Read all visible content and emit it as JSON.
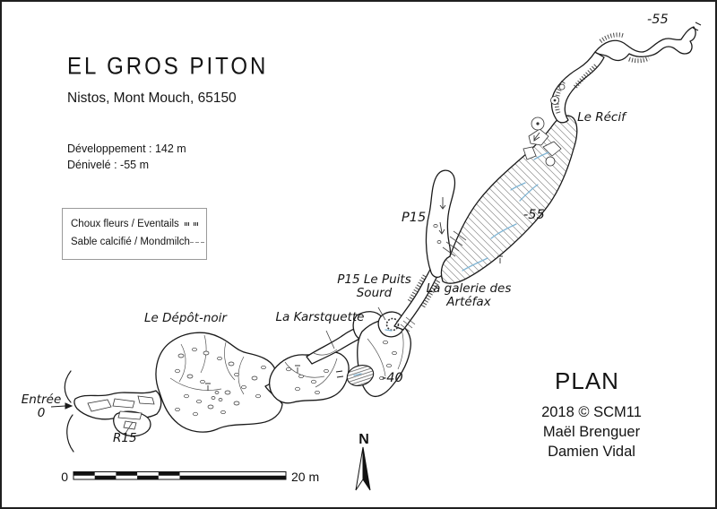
{
  "title_block": {
    "title": "EL GROS PITON",
    "subtitle": "Nistos, Mont Mouch, 65150",
    "stat_development": "Développement : 142 m",
    "stat_depth": "Dénivelé : -55 m"
  },
  "legend": {
    "items": [
      {
        "label": "Choux fleurs / Eventails",
        "symbol": "choux-fleurs-ticks"
      },
      {
        "label": "Sable calcifié / Mondmilch",
        "symbol": "gray-dashes"
      }
    ]
  },
  "map_labels": {
    "entrance_line1": "Entrée",
    "entrance_line2": "0",
    "r15": "R15",
    "depot_noir": "Le Dépôt-noir",
    "karstquette": "La Karstquette",
    "puits_sourd_line1": "P15 Le Puits",
    "puits_sourd_line2": "Sourd",
    "galerie_line1": "La galerie des",
    "galerie_line2": "Artéfax",
    "depth_40": "-40",
    "p15": "P15",
    "depth_55_mid": "-55",
    "recif": "Le Récif",
    "depth_55_top": "-55"
  },
  "scale_bar": {
    "zero_label": "0",
    "end_label": "20 m",
    "length_m": 20
  },
  "north_arrow": {
    "label": "N"
  },
  "footer": {
    "plan_label": "PLAN",
    "credit_line1": "2018 © SCM11",
    "credit_line2": "Maël Brenguer",
    "credit_line3": "Damien Vidal"
  },
  "colors": {
    "ink": "#1a1a1a",
    "water_blue": "#7fb5d5",
    "hatch_gray": "#8f8f8f"
  }
}
